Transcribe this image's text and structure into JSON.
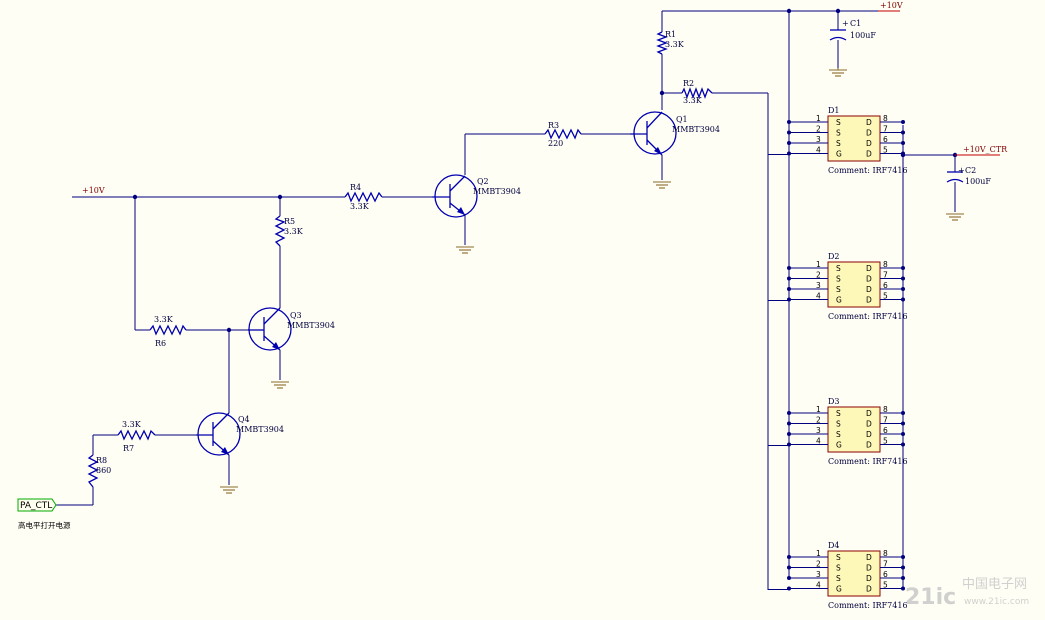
{
  "power": {
    "top": "+10V",
    "left": "+10V",
    "out": "+10V_CTR"
  },
  "port": {
    "name": "PA_CTL",
    "note": "高电平打开电源"
  },
  "resistors": [
    {
      "ref": "R1",
      "value": "3.3K"
    },
    {
      "ref": "R2",
      "value": "3.3K"
    },
    {
      "ref": "R3",
      "value": "220"
    },
    {
      "ref": "R4",
      "value": "3.3K"
    },
    {
      "ref": "R5",
      "value": "3.3K"
    },
    {
      "ref": "R6",
      "value": "3.3K"
    },
    {
      "ref": "R7",
      "value": "3.3K"
    },
    {
      "ref": "R8",
      "value": "860"
    }
  ],
  "capacitors": [
    {
      "ref": "C1",
      "value": "100uF",
      "plus": "+"
    },
    {
      "ref": "C2",
      "value": "100uF",
      "plus": "+"
    }
  ],
  "transistors": [
    {
      "ref": "Q1",
      "part": "MMBT3904"
    },
    {
      "ref": "Q2",
      "part": "MMBT3904"
    },
    {
      "ref": "Q3",
      "part": "MMBT3904"
    },
    {
      "ref": "Q4",
      "part": "MMBT3904"
    }
  ],
  "mosfets": [
    {
      "ref": "D1",
      "comment": "Comment: IRF7416"
    },
    {
      "ref": "D2",
      "comment": "Comment: IRF7416"
    },
    {
      "ref": "D3",
      "comment": "Comment: IRF7416"
    },
    {
      "ref": "D4",
      "comment": "Comment: IRF7416"
    }
  ],
  "mosfet_pins": {
    "left_numbers": [
      "1",
      "2",
      "3",
      "4"
    ],
    "left_names": [
      "S",
      "S",
      "S",
      "G"
    ],
    "right_names": [
      "D",
      "D",
      "D",
      "D"
    ],
    "right_numbers": [
      "8",
      "7",
      "6",
      "5"
    ]
  },
  "watermark": {
    "logo": "21ic",
    "name": "中国电子网",
    "url": "www.21ic.com"
  },
  "colors": {
    "wire": "#000080",
    "component": "#0000b0",
    "ground": "#8a6a2a",
    "power_label": "#800000",
    "ic_fill": "#fdf7b8",
    "port_border": "#00aa00"
  }
}
